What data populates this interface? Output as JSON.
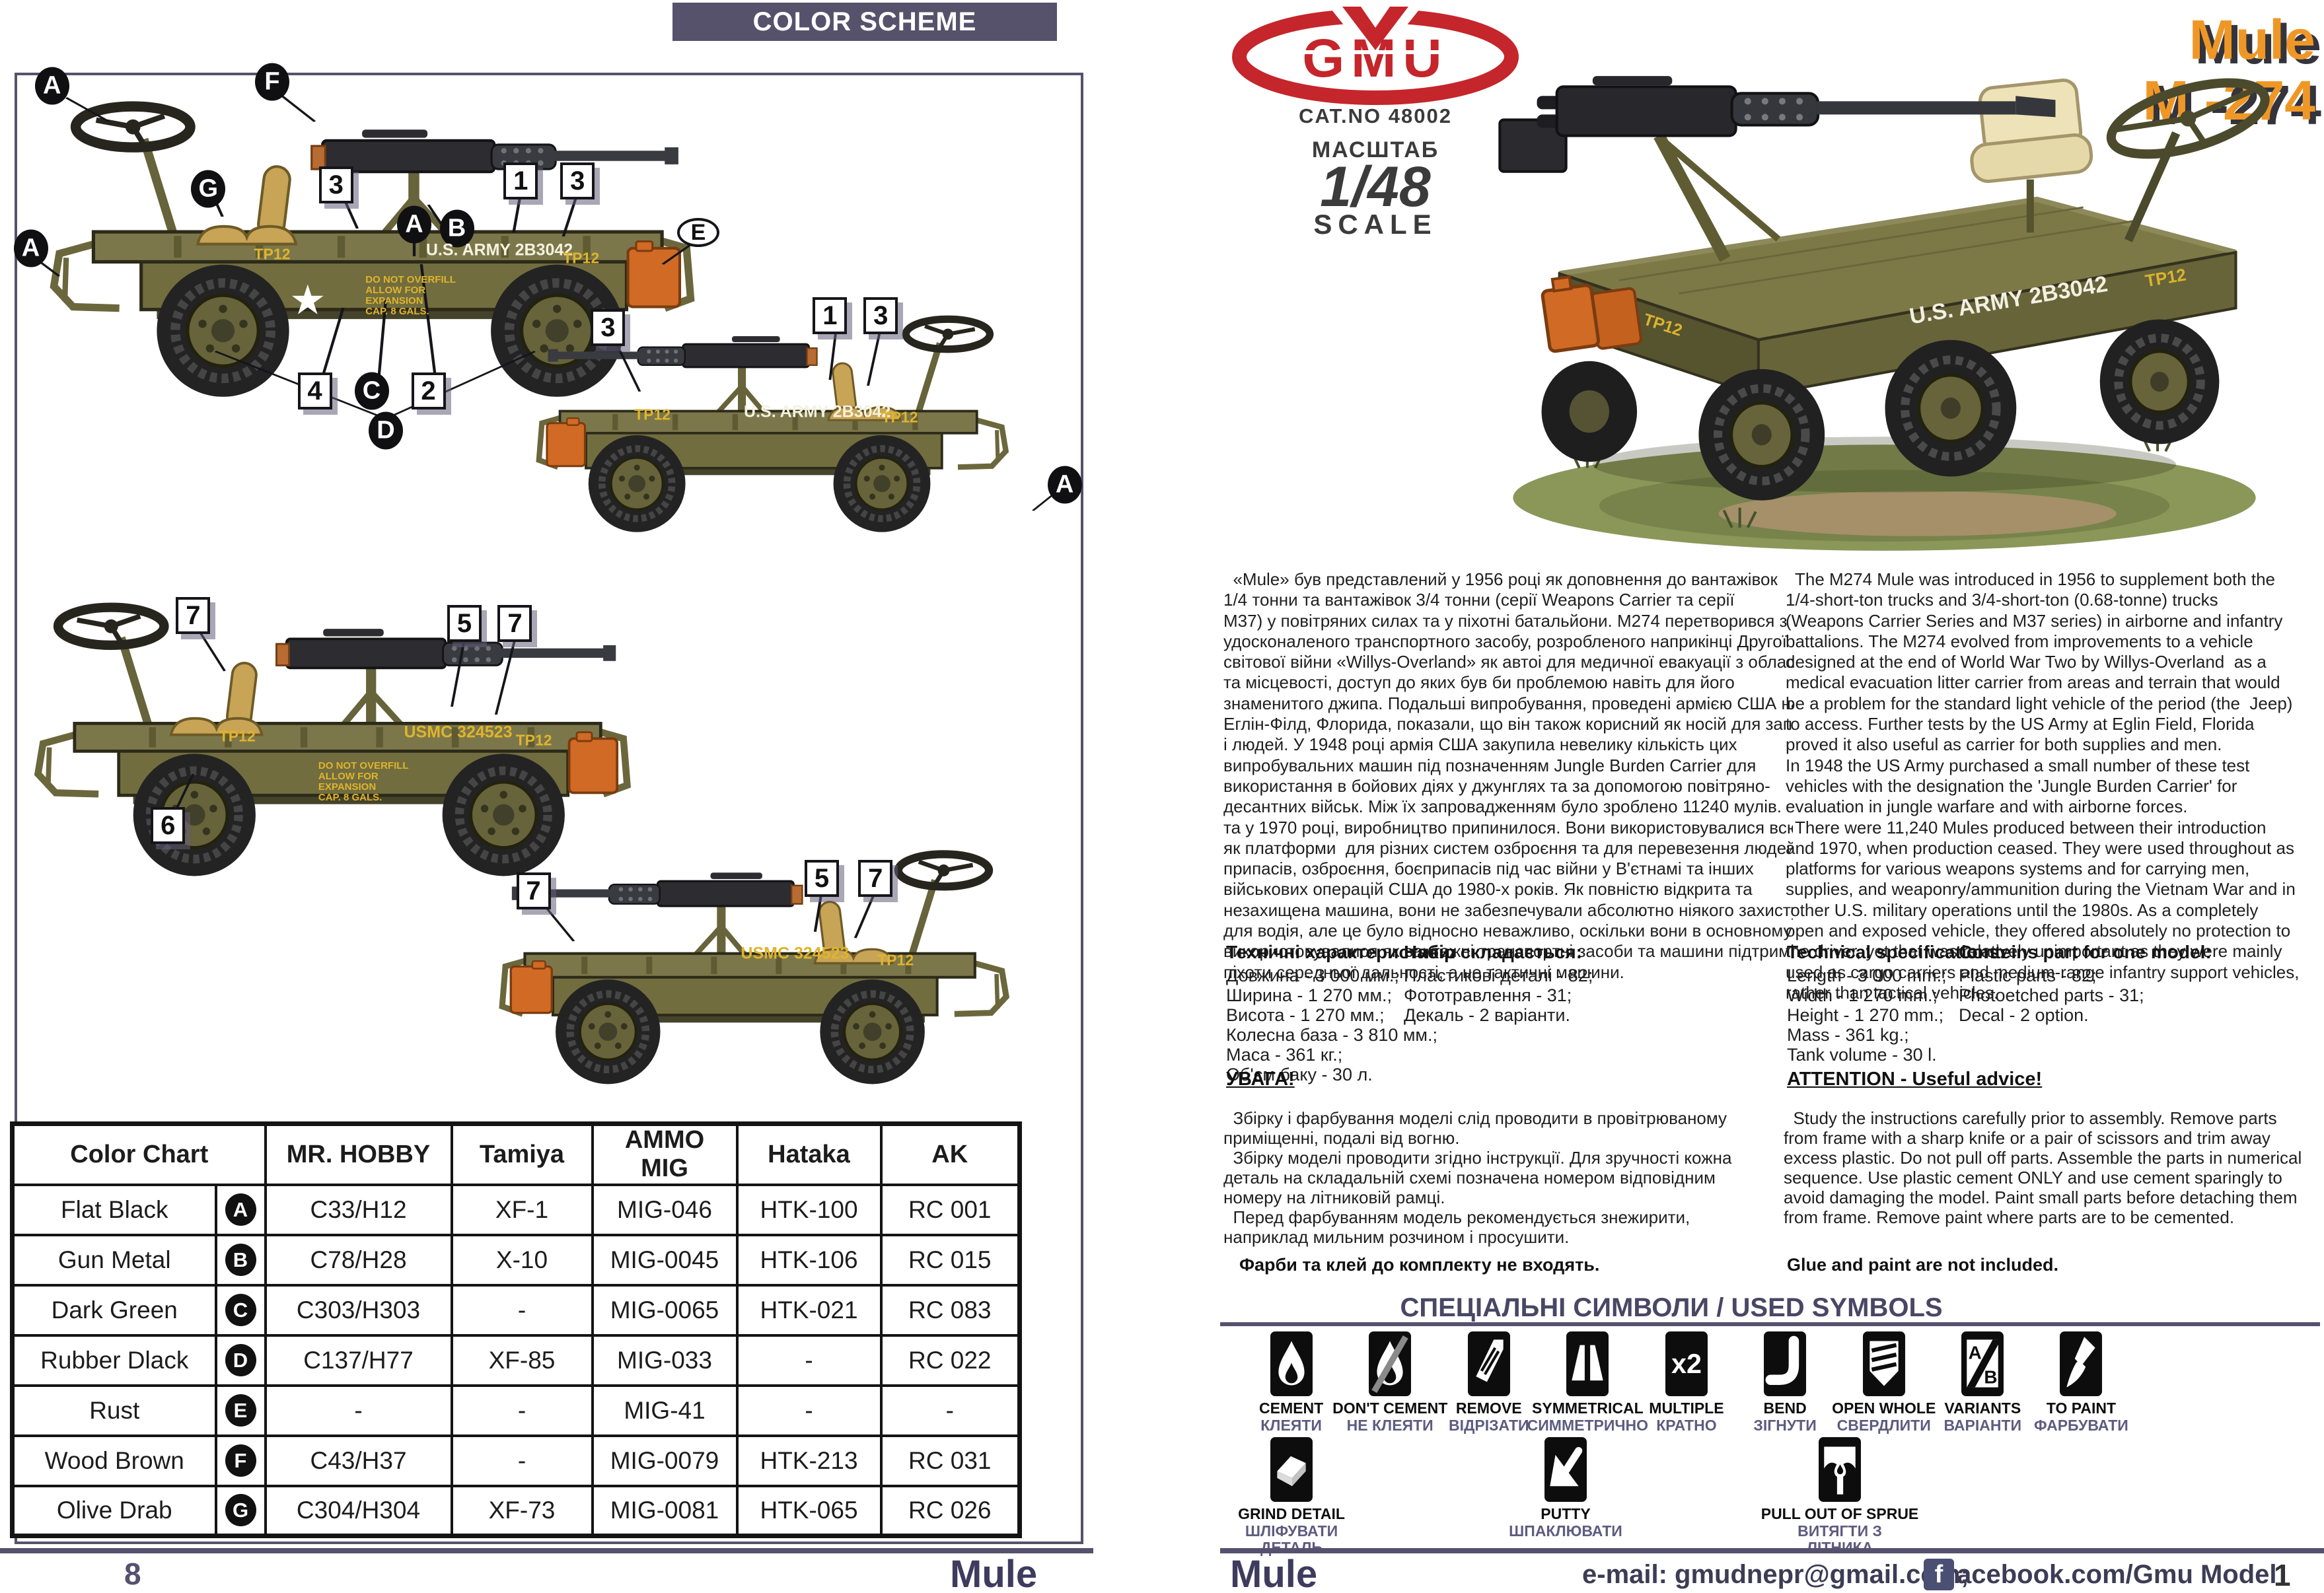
{
  "colors": {
    "accent_red": "#c4262b",
    "title_orange": "#ef9726",
    "slate": "#55516e",
    "footer_navy": "#3f3b5e",
    "olive_body": "#716d3f",
    "seat_tan": "#c7a456",
    "marking_yellow": "#e0b42c",
    "orange_can": "#d06a24"
  },
  "left_page": {
    "header": "COLOR SCHEME",
    "vehicles": [
      {
        "callouts": [
          "A",
          "F",
          "B",
          "G",
          "A",
          "3",
          "A",
          "1",
          "3",
          "4",
          "C",
          "2",
          "D",
          "E"
        ],
        "markings": [
          "TP12",
          "U.S. ARMY 2B3042",
          "TP12"
        ],
        "warning": "DO NOT OVERFILL\nALLOW FOR\nEXPANSION\nCAP. 8 GALS.",
        "star": true
      },
      {
        "callouts": [
          "3",
          "1",
          "3",
          "A"
        ],
        "markings": [
          "TP12",
          "U.S. ARMY 2B3042",
          "TP12"
        ],
        "warning": "",
        "star": false
      },
      {
        "callouts": [
          "7",
          "5",
          "7",
          "6"
        ],
        "markings": [
          "TP12",
          "USMC 324523",
          "TP12"
        ],
        "warning": "DO NOT OVERFILL\nALLOW FOR\nEXPANSION\nCAP. 8 GALS.",
        "star": false
      },
      {
        "callouts": [
          "7",
          "5",
          "7"
        ],
        "markings": [
          "USMC 324523",
          "TP12"
        ],
        "warning": "",
        "star": false
      }
    ],
    "color_chart": {
      "headers": [
        "Color Chart",
        "MR. HOBBY",
        "Tamiya",
        "AMMO\nMIG",
        "Hataka",
        "AK"
      ],
      "rows": [
        {
          "name": "Flat Black",
          "letter": "A",
          "mr_hobby": "C33/H12",
          "tamiya": "XF-1",
          "ammo_mig": "MIG-046",
          "hataka": "HTK-100",
          "ak": "RC 001"
        },
        {
          "name": "Gun Metal",
          "letter": "B",
          "mr_hobby": "C78/H28",
          "tamiya": "X-10",
          "ammo_mig": "MIG-0045",
          "hataka": "HTK-106",
          "ak": "RC 015"
        },
        {
          "name": "Dark Green",
          "letter": "C",
          "mr_hobby": "C303/H303",
          "tamiya": "-",
          "ammo_mig": "MIG-0065",
          "hataka": "HTK-021",
          "ak": "RC 083"
        },
        {
          "name": "Rubber Dlack",
          "letter": "D",
          "mr_hobby": "C137/H77",
          "tamiya": "XF-85",
          "ammo_mig": "MIG-033",
          "hataka": "-",
          "ak": "RC 022"
        },
        {
          "name": "Rust",
          "letter": "E",
          "mr_hobby": "-",
          "tamiya": "-",
          "ammo_mig": "MIG-41",
          "hataka": "-",
          "ak": "-"
        },
        {
          "name": "Wood Brown",
          "letter": "F",
          "mr_hobby": "C43/H37",
          "tamiya": "-",
          "ammo_mig": "MIG-0079",
          "hataka": "HTK-213",
          "ak": "RC 031"
        },
        {
          "name": "Olive Drab",
          "letter": "G",
          "mr_hobby": "C304/H304",
          "tamiya": "XF-73",
          "ammo_mig": "MIG-0081",
          "hataka": "HTK-065",
          "ak": "RC 026"
        }
      ]
    },
    "footer": {
      "page": "8",
      "brand": "Mule"
    }
  },
  "right_page": {
    "logo_text": "GMU",
    "cat_no": "CAT.NO 48002",
    "scale_label_uk": "МАСШТАБ",
    "scale_value": "1/48",
    "scale_label_en": "SCALE",
    "title_line1": "Mule",
    "title_line2": "M -274",
    "illustration_markings": {
      "army": "U.S. ARMY 2B3042",
      "tp12_left": "TP12",
      "tp12_right": "TP12"
    },
    "intro_uk": "  «Mule» був представлений у 1956 році як доповнення до вантажівок\n1/4 тонни та вантажівок 3/4 тонни (серії Weapons Carrier та серії\nM37) у повітряних силах та у піхотні батальйони. M274 перетворився з\nудосконаленого транспортного засобу, розробленого наприкінці Другої\nсвітової війни «Willys-Overland» як автоі для медичної евакуації з областей\nта місцевості, доступ до яких був би проблемою навіть для його\nзнаменитого джипа. Подальші випробування, проведені армією США на\nЕглін-Філд, Флорида, показали, що він також корисний як носій для запасів\nі людей. У 1948 році армія США закупила невелику кількість цих\nвипробувальних машин під позначенням Jungle Burden Carrier для\nвикористання в бойових діях у джунглях та за допомогою повітряно-\nдесантних військ. Між їх запровадженням було зроблено 11240 мулів.\nта у 1970 році, виробництво припинилося. Вони використовувалися всюди\nяк платформи  для різних систем озброєння та для перевезення людей,\nприпасів, озброєння, боєприпасів під час війни у В'єтнамі та інших\nвійськових операцій США до 1980-х років. Як повністю відкрита та\nнезахищена машина, вони не забезпечували абсолютно ніякого захисту\nдля водія, але це було відносно неважливо, оскільки вони в основному\nвикористовувалися як вантажні транспортні засоби та машини підтримки\nпіхоти середньої дальності, а не тактичні машини.",
    "intro_en": "  The M274 Mule was introduced in 1956 to supplement both the\n1/4-short-ton trucks and 3/4-short-ton (0.68-tonne) trucks\n(Weapons Carrier Series and M37 series) in airborne and infantry\nbattalions. The M274 evolved from improvements to a vehicle\ndesigned at the end of World War Two by Willys-Overland  as a\nmedical evacuation litter carrier from areas and terrain that would\nbe a problem for the standard light vehicle of the period (the  Jeep)\nto access. Further tests by the US Army at Eglin Field, Florida\nproved it also useful as carrier for both supplies and men.\nIn 1948 the US Army purchased a small number of these test\nvehicles with the designation the 'Jungle Burden Carrier' for\nevaluation in jungle warfare and with airborne forces.\n  There were 11,240 Mules produced between their introduction\nand 1970, when production ceased. They were used throughout as\nplatforms for various weapons systems and for carrying men,\nsupplies, and weaponry/ammunition during the Vietnam War and in\n other U.S. military operations until the 1980s. As a completely\nopen and exposed vehicle, they offered absolutely no protection to\nthe driver, yet that was relatively unimportant as they were mainly\nused as cargo carriers and medium-range infantry support vehicles,\nrather than tactical vehicles.",
    "specs_uk": {
      "title": "Технічні характеристики:",
      "lines": "Довжина - 3 000 мм.;\nШирина - 1 270 мм.;\nВисота - 1 270 мм.;\nКолесна база - 3 810 мм.;\nМаса - 361 кг.;\nОб'єм баку - 30 л."
    },
    "kit_uk": {
      "title": "Набір складається:",
      "lines": "Пластикові деталі - 82;\nФототравлення - 31;\nДекаль - 2 варіанти."
    },
    "specs_en": {
      "title": "Technical specifications:",
      "lines": "Length - 3 000 mm.;\nWidth - 1 270 mm.;\nHeight - 1 270 mm.;\nMass - 361 kg.;\nTank volume - 30 l."
    },
    "kit_en": {
      "title": "Conteins part for one model:",
      "lines": "Plastic parts - 82;\nPhotoetched parts - 31;\nDecal - 2 option."
    },
    "attention_uk": "УВАГА!",
    "attention_en": "ATTENTION - Useful advice!",
    "advice_uk": "  Збірку і фарбування моделі слід проводити в провітрюваному\nприміщенні, подалі від вогню.\n  Збірку моделі проводити згідно інструкції. Для зручності кожна\nдеталь на складальній схемі позначена номером відповідним\nномеру на літниковій рамці.\n  Перед фарбуванням модель рекомендується знежирити,\nнаприклад мильним розчином і просушити.",
    "advice_en": "  Study the instructions carefully prior to assembly. Remove parts\nfrom frame with a sharp knife or a pair of scissors and trim away\nexcess plastic. Do not pull off parts. Assemble the parts in numerical\nsequence. Use plastic cement ONLY and use cement sparingly to\navoid damaging the model. Paint small parts before detaching them\nfrom frame. Remove paint where parts are to be cemented.",
    "not_included_uk": "Фарби та клей до комплекту не входять.",
    "not_included_en": "Glue and paint are not included.",
    "symbols_title": "СПЕЦІАЛЬНІ СИМВОЛИ / USED SYMBOLS",
    "symbols_row1": [
      {
        "icon": "cement",
        "en": "CEMENT",
        "uk": "КЛЕЯТИ"
      },
      {
        "icon": "dont_cement",
        "en": "DON'T CEMENT",
        "uk": "НЕ КЛЕЯТИ"
      },
      {
        "icon": "remove",
        "en": "REMOVE",
        "uk": "ВІДРІЗАТИ"
      },
      {
        "icon": "symmetrical",
        "en": "SYMMETRICAL",
        "uk": "СИММЕТРИЧНО"
      },
      {
        "icon": "multiple",
        "en": "MULTIPLE",
        "uk": "КРАТНО"
      },
      {
        "icon": "bend",
        "en": "BEND",
        "uk": "ЗІГНУТИ"
      },
      {
        "icon": "open_whole",
        "en": "OPEN WHOLE",
        "uk": "СВЕРДЛИТИ"
      },
      {
        "icon": "variants",
        "en": "VARIANTS",
        "uk": "ВАРІАНТИ"
      },
      {
        "icon": "to_paint",
        "en": "TO PAINT",
        "uk": "ФАРБУВАТИ"
      }
    ],
    "symbols_row2": [
      {
        "icon": "grind",
        "en": "GRIND DETAIL",
        "uk": "ШЛІФУВАТИ\nДЕТАЛЬ"
      },
      {
        "icon": "putty",
        "en": "PUTTY",
        "uk": "ШПАКЛЮВАТИ"
      },
      {
        "icon": "sprue",
        "en": "PULL OUT OF SPRUE",
        "uk": "ВИТЯГТИ З ЛІТНИКА"
      }
    ],
    "footer": {
      "brand": "Mule",
      "email": "e-mail: gmudnepr@gmail.com;",
      "fb_letter": "f",
      "fb_text": "acebook.com/Gmu Model",
      "page": "1"
    }
  }
}
